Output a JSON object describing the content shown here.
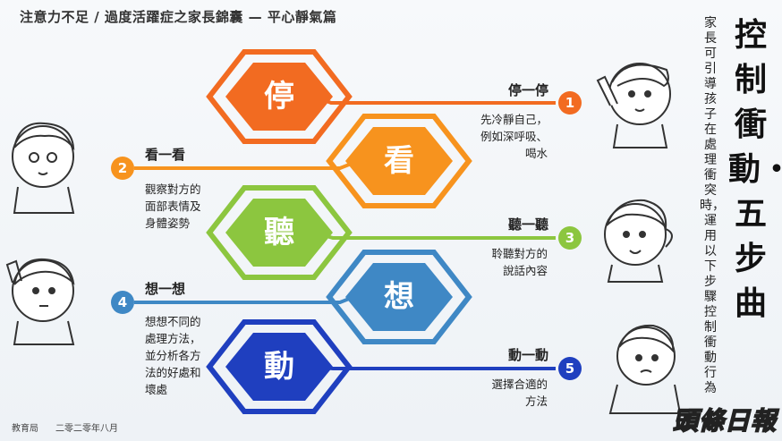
{
  "header": {
    "title": "注意力不足 / 過度活躍症之家長錦囊 — 平心靜氣篇"
  },
  "footer": {
    "org": "教育局",
    "date": "二零二零年八月"
  },
  "side": {
    "title": "控制衝動・五步曲",
    "subtitle": "家長可引導孩子在處理衝突時，運用以下步驟控制衝動行為"
  },
  "watermark": "頭條日報",
  "steps": [
    {
      "num": "1",
      "char": "停",
      "title": "停一停",
      "desc": "先冷靜自己，\n例如深呼吸、\n喝水",
      "color": "#f26b21"
    },
    {
      "num": "2",
      "char": "看",
      "title": "看一看",
      "desc": "觀察對方的\n面部表情及\n身體姿勢",
      "color": "#f7931e"
    },
    {
      "num": "3",
      "char": "聽",
      "title": "聽一聽",
      "desc": "聆聽對方的\n說話內容",
      "color": "#8cc63f"
    },
    {
      "num": "4",
      "char": "想",
      "title": "想一想",
      "desc": "想想不同的\n處理方法，\n並分析各方\n法的好處和\n壞處",
      "color": "#3f88c5"
    },
    {
      "num": "5",
      "char": "動",
      "title": "動一動",
      "desc": "選擇合適的\n方法",
      "color": "#1f3fbf"
    }
  ]
}
